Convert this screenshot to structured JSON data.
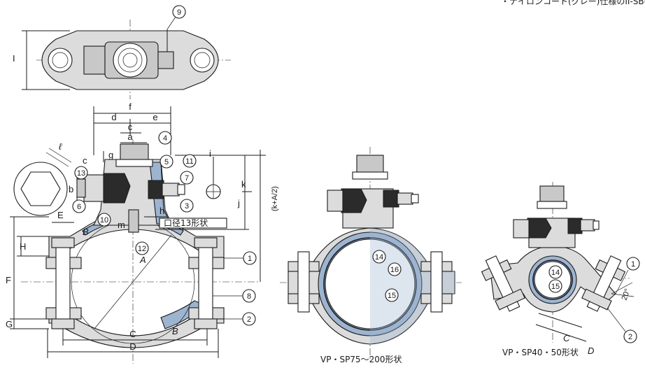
{
  "note": "・ナイロンコート(グレー)仕様のII-SB(N)あり",
  "dims": {
    "I": "I",
    "f": "f",
    "d": "d",
    "e": "e",
    "c": "c",
    "a": "a",
    "g": "g",
    "b": "b",
    "ell": "ℓ",
    "E": "E",
    "H": "H",
    "F": "F",
    "G": "G",
    "C": "C",
    "D": "D",
    "A": "A",
    "B": "B",
    "m": "m",
    "h": "h",
    "i": "i",
    "j": "j",
    "k": "k",
    "kA2": "(k+A/2)",
    "C2": "C",
    "D2": "D"
  },
  "note_bore": "口径13形状",
  "angle": "20°",
  "caption_mid": "VP・SP75～200形状",
  "caption_right": "VP・SP40・50形状",
  "callouts": {
    "n1": "1",
    "n2": "2",
    "n3": "3",
    "n4": "4",
    "n5": "5",
    "n6": "6",
    "n7": "7",
    "n8": "8",
    "n9": "9",
    "n10": "10",
    "n11": "11",
    "n12": "12",
    "n13": "13",
    "n14": "14",
    "n15": "15",
    "n16": "16",
    "m14": "14",
    "m15": "15",
    "m16": "16",
    "r1": "1",
    "r2": "2",
    "r14": "14",
    "r15": "15"
  }
}
